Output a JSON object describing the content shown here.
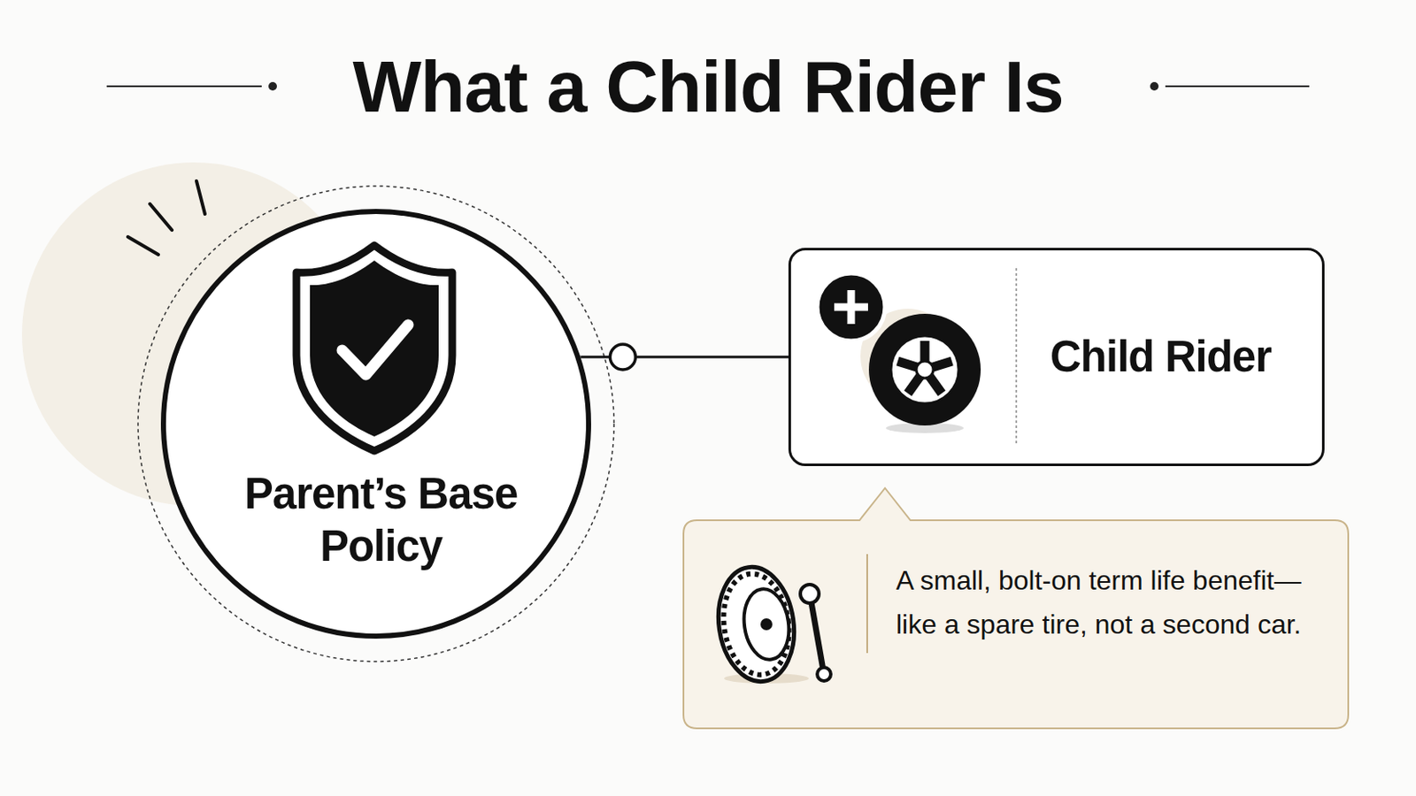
{
  "diagram": {
    "title": "What a Child Rider Is",
    "nodes": [
      {
        "text": [
          "Parent’s Base Policy"
        ]
      },
      {
        "text": [
          "Child Rider"
        ]
      },
      {
        "text": [
          "A small, bolt-on term life benefit—like a spare tire, not a second car."
        ]
      }
    ],
    "edges": [
      {
        "from": 0,
        "to": 1,
        "arrow": "none"
      }
    ]
  }
}
